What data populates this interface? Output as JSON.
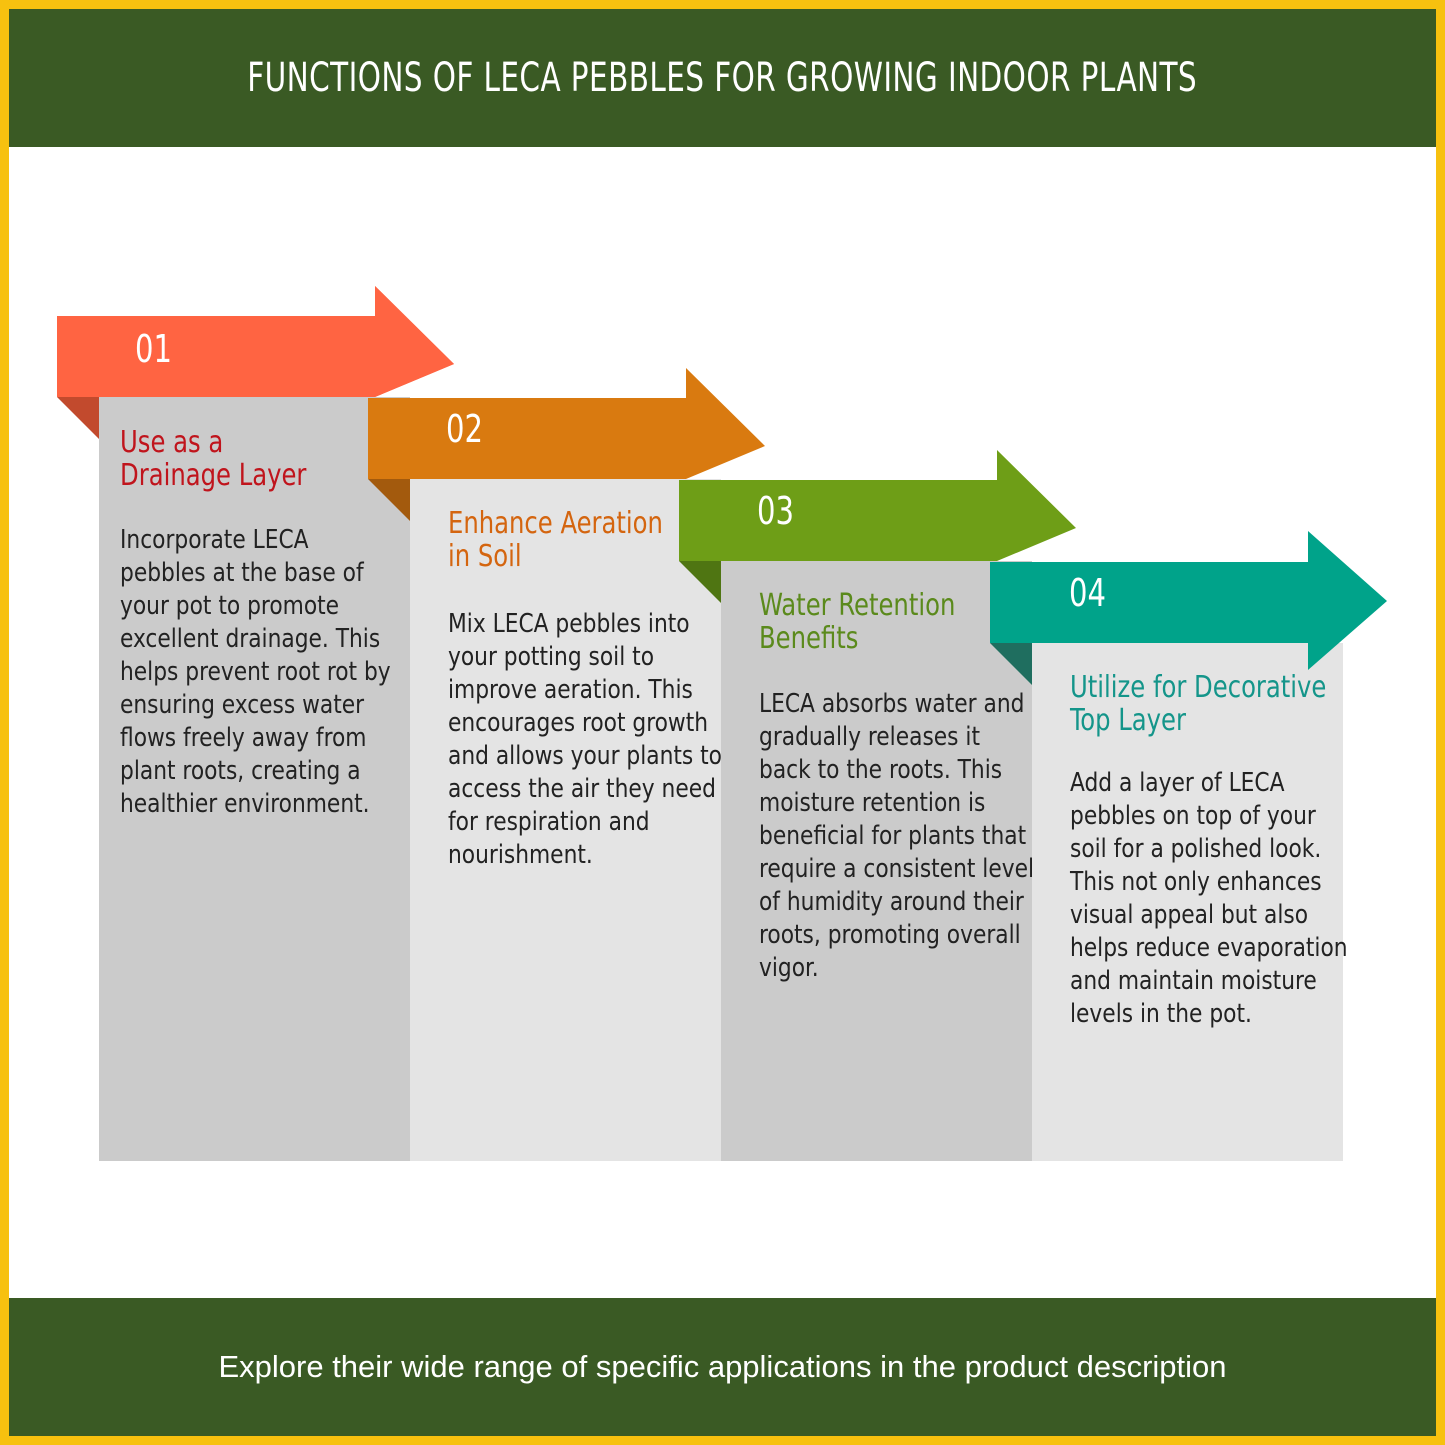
{
  "header": {
    "title": "FUNCTIONS OF LECA PEBBLES FOR GROWING INDOOR PLANTS"
  },
  "footer": {
    "text": "Explore their wide range of specific applications in the product description"
  },
  "colors": {
    "frame": "#f7c10f",
    "band": "#3a5a24",
    "step1": "#ff6442",
    "step2": "#d97a10",
    "step3": "#6e9e17",
    "step4": "#00a38a"
  },
  "steps": [
    {
      "number": "01",
      "title": "Use as a\nDrainage Layer",
      "body": "Incorporate LECA pebbles at the base of your pot to promote excellent drainage. This helps prevent root rot by ensuring excess water flows freely away from plant roots, creating a healthier environment."
    },
    {
      "number": "02",
      "title": "Enhance Aeration\nin Soil",
      "body": "Mix LECA pebbles into your potting soil to improve aeration. This encourages root growth and allows your plants to access the air they need for respiration and nourishment."
    },
    {
      "number": "03",
      "title": "Water Retention\nBenefits",
      "body": "LECA absorbs water and gradually releases it back to the roots. This moisture retention is beneficial for plants that require a consistent level of humidity around their roots, promoting overall vigor."
    },
    {
      "number": "04",
      "title": "Utilize for Decorative\nTop Layer",
      "body": "Add a layer of LECA pebbles on top of your soil for a polished look. This not only enhances visual appeal but also helps reduce evaporation and maintain moisture levels in the pot."
    }
  ]
}
